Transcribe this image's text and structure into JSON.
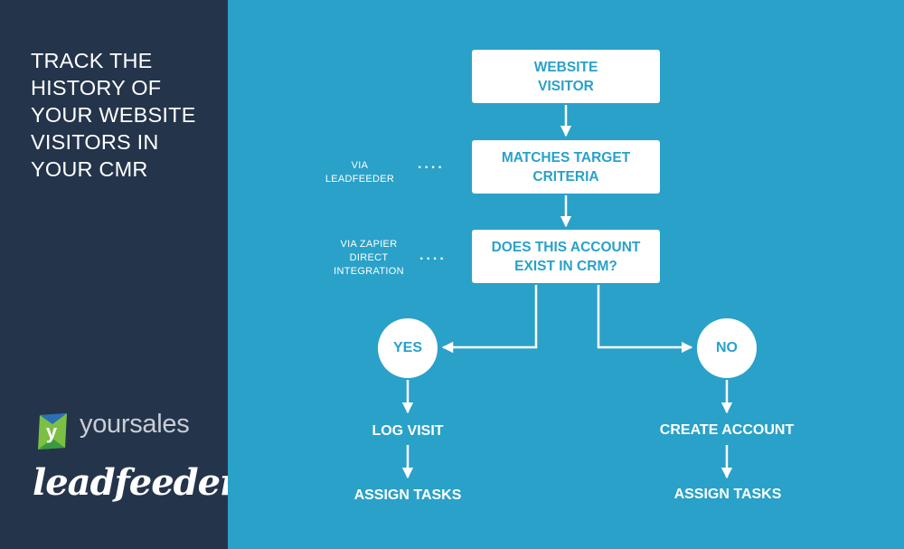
{
  "sidebar": {
    "headline_lines": [
      "TRACK THE",
      "HISTORY OF",
      "YOUR WEBSITE",
      "VISITORS IN",
      "YOUR CMR"
    ],
    "logo_yoursales": {
      "icon": "yoursales-y-icon",
      "text": "yoursales",
      "mark": "y"
    },
    "logo_leadfeeder": {
      "text": "leadfeeder"
    }
  },
  "flow": {
    "step1": {
      "line1": "WEBSITE",
      "line2": "VISITOR"
    },
    "step2": {
      "line1": "MATCHES TARGET",
      "line2": "CRITERIA"
    },
    "step3": {
      "line1": "DOES THIS ACCOUNT",
      "line2": "EXIST IN CRM?"
    },
    "yes": "YES",
    "no": "NO",
    "yes_step1": "LOG VISIT",
    "yes_step2": "ASSIGN TASKS",
    "no_step1": "CREATE ACCOUNT",
    "no_step2": "ASSIGN TASKS"
  },
  "notes": {
    "via_leadfeeder": {
      "line1": "VIA",
      "line2": "LEADFEEDER"
    },
    "via_zapier": {
      "line1": "VIA ZAPIER",
      "line2": "DIRECT",
      "line3": "INTEGRATION"
    },
    "dots": "...."
  },
  "colors": {
    "sidebar_bg": "#24344b",
    "main_bg": "#2aa1c8",
    "accent_text": "#2aa1c8",
    "box_bg": "#ffffff"
  }
}
